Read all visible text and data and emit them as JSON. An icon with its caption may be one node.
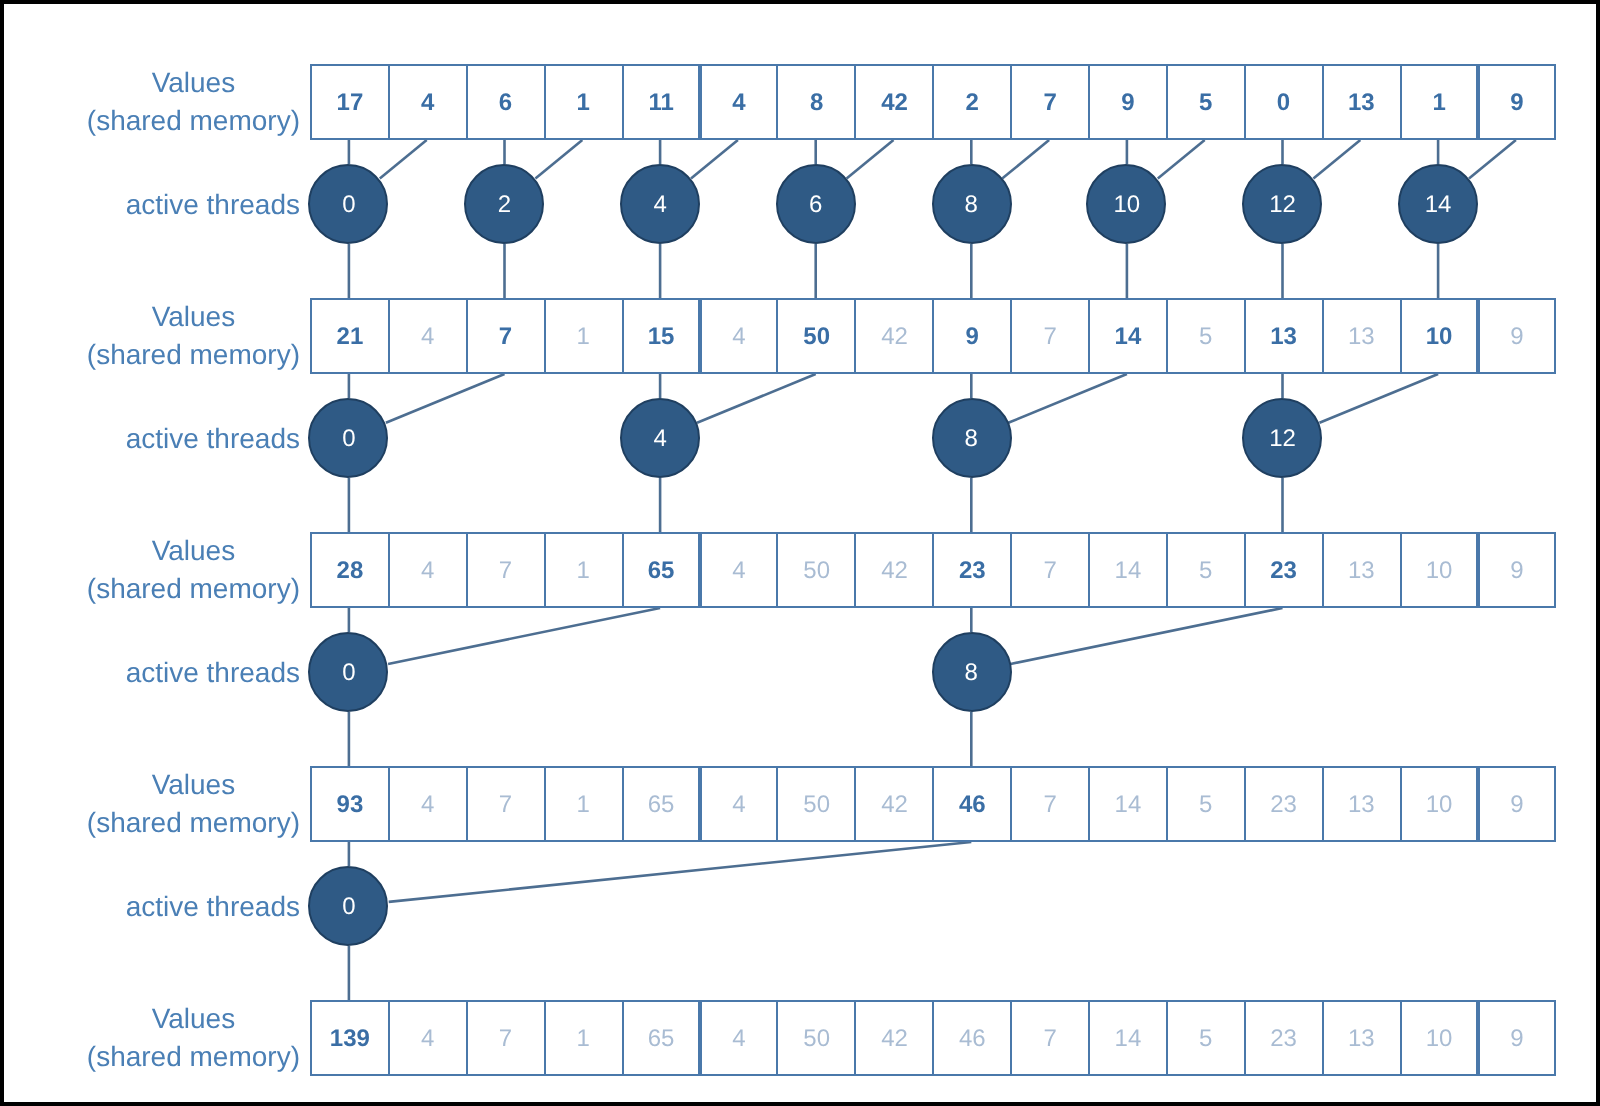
{
  "diagram": {
    "nodes": [
      {
        "text": [
          "17"
        ]
      },
      {
        "text": [
          "4"
        ]
      },
      {
        "text": [
          "6"
        ]
      },
      {
        "text": [
          "1"
        ]
      },
      {
        "text": [
          "11"
        ]
      },
      {
        "text": [
          "4"
        ]
      },
      {
        "text": [
          "8"
        ]
      },
      {
        "text": [
          "42"
        ]
      },
      {
        "text": [
          "2"
        ]
      },
      {
        "text": [
          "7"
        ]
      },
      {
        "text": [
          "9"
        ]
      },
      {
        "text": [
          "5"
        ]
      },
      {
        "text": [
          "0"
        ]
      },
      {
        "text": [
          "13"
        ]
      },
      {
        "text": [
          "1"
        ]
      },
      {
        "text": [
          "9"
        ]
      },
      {
        "text": [
          "0"
        ]
      },
      {
        "text": [
          "2"
        ]
      },
      {
        "text": [
          "4"
        ]
      },
      {
        "text": [
          "6"
        ]
      },
      {
        "text": [
          "8"
        ]
      },
      {
        "text": [
          "10"
        ]
      },
      {
        "text": [
          "12"
        ]
      },
      {
        "text": [
          "14"
        ]
      },
      {
        "text": [
          "21"
        ]
      },
      {
        "text": [
          "4"
        ]
      },
      {
        "text": [
          "7"
        ]
      },
      {
        "text": [
          "1"
        ]
      },
      {
        "text": [
          "15"
        ]
      },
      {
        "text": [
          "4"
        ]
      },
      {
        "text": [
          "50"
        ]
      },
      {
        "text": [
          "42"
        ]
      },
      {
        "text": [
          "9"
        ]
      },
      {
        "text": [
          "7"
        ]
      },
      {
        "text": [
          "14"
        ]
      },
      {
        "text": [
          "5"
        ]
      },
      {
        "text": [
          "13"
        ]
      },
      {
        "text": [
          "13"
        ]
      },
      {
        "text": [
          "10"
        ]
      },
      {
        "text": [
          "9"
        ]
      },
      {
        "text": [
          "0"
        ]
      },
      {
        "text": [
          "4"
        ]
      },
      {
        "text": [
          "8"
        ]
      },
      {
        "text": [
          "12"
        ]
      },
      {
        "text": [
          "28"
        ]
      },
      {
        "text": [
          "4"
        ]
      },
      {
        "text": [
          "7"
        ]
      },
      {
        "text": [
          "1"
        ]
      },
      {
        "text": [
          "65"
        ]
      },
      {
        "text": [
          "4"
        ]
      },
      {
        "text": [
          "50"
        ]
      },
      {
        "text": [
          "42"
        ]
      },
      {
        "text": [
          "23"
        ]
      },
      {
        "text": [
          "7"
        ]
      },
      {
        "text": [
          "14"
        ]
      },
      {
        "text": [
          "5"
        ]
      },
      {
        "text": [
          "23"
        ]
      },
      {
        "text": [
          "13"
        ]
      },
      {
        "text": [
          "10"
        ]
      },
      {
        "text": [
          "9"
        ]
      },
      {
        "text": [
          "0"
        ]
      },
      {
        "text": [
          "8"
        ]
      },
      {
        "text": [
          "93"
        ]
      },
      {
        "text": [
          "4"
        ]
      },
      {
        "text": [
          "7"
        ]
      },
      {
        "text": [
          "1"
        ]
      },
      {
        "text": [
          "65"
        ]
      },
      {
        "text": [
          "4"
        ]
      },
      {
        "text": [
          "50"
        ]
      },
      {
        "text": [
          "42"
        ]
      },
      {
        "text": [
          "46"
        ]
      },
      {
        "text": [
          "7"
        ]
      },
      {
        "text": [
          "14"
        ]
      },
      {
        "text": [
          "5"
        ]
      },
      {
        "text": [
          "23"
        ]
      },
      {
        "text": [
          "13"
        ]
      },
      {
        "text": [
          "10"
        ]
      },
      {
        "text": [
          "9"
        ]
      },
      {
        "text": [
          "0"
        ]
      },
      {
        "text": [
          "139"
        ]
      },
      {
        "text": [
          "4"
        ]
      },
      {
        "text": [
          "7"
        ]
      },
      {
        "text": [
          "1"
        ]
      },
      {
        "text": [
          "65"
        ]
      },
      {
        "text": [
          "4"
        ]
      },
      {
        "text": [
          "50"
        ]
      },
      {
        "text": [
          "42"
        ]
      },
      {
        "text": [
          "46"
        ]
      },
      {
        "text": [
          "7"
        ]
      },
      {
        "text": [
          "14"
        ]
      },
      {
        "text": [
          "5"
        ]
      },
      {
        "text": [
          "23"
        ]
      },
      {
        "text": [
          "13"
        ]
      },
      {
        "text": [
          "10"
        ]
      },
      {
        "text": [
          "9"
        ]
      }
    ],
    "edges": [
      {
        "from": 0,
        "to": 16,
        "arrow": "none"
      },
      {
        "from": 1,
        "to": 16,
        "arrow": "none"
      },
      {
        "from": 16,
        "to": 24,
        "arrow": "none"
      },
      {
        "from": 2,
        "to": 17,
        "arrow": "none"
      },
      {
        "from": 3,
        "to": 17,
        "arrow": "none"
      },
      {
        "from": 17,
        "to": 26,
        "arrow": "none"
      },
      {
        "from": 4,
        "to": 18,
        "arrow": "none"
      },
      {
        "from": 5,
        "to": 18,
        "arrow": "none"
      },
      {
        "from": 18,
        "to": 28,
        "arrow": "none"
      },
      {
        "from": 6,
        "to": 19,
        "arrow": "none"
      },
      {
        "from": 7,
        "to": 19,
        "arrow": "none"
      },
      {
        "from": 19,
        "to": 30,
        "arrow": "none"
      },
      {
        "from": 8,
        "to": 20,
        "arrow": "none"
      },
      {
        "from": 9,
        "to": 20,
        "arrow": "none"
      },
      {
        "from": 20,
        "to": 32,
        "arrow": "none"
      },
      {
        "from": 10,
        "to": 21,
        "arrow": "none"
      },
      {
        "from": 11,
        "to": 21,
        "arrow": "none"
      },
      {
        "from": 21,
        "to": 34,
        "arrow": "none"
      },
      {
        "from": 12,
        "to": 22,
        "arrow": "none"
      },
      {
        "from": 13,
        "to": 22,
        "arrow": "none"
      },
      {
        "from": 22,
        "to": 36,
        "arrow": "none"
      },
      {
        "from": 14,
        "to": 23,
        "arrow": "none"
      },
      {
        "from": 15,
        "to": 23,
        "arrow": "none"
      },
      {
        "from": 23,
        "to": 38,
        "arrow": "none"
      },
      {
        "from": 24,
        "to": 40,
        "arrow": "none"
      },
      {
        "from": 26,
        "to": 40,
        "arrow": "none"
      },
      {
        "from": 40,
        "to": 44,
        "arrow": "none"
      },
      {
        "from": 28,
        "to": 41,
        "arrow": "none"
      },
      {
        "from": 30,
        "to": 41,
        "arrow": "none"
      },
      {
        "from": 41,
        "to": 48,
        "arrow": "none"
      },
      {
        "from": 32,
        "to": 42,
        "arrow": "none"
      },
      {
        "from": 34,
        "to": 42,
        "arrow": "none"
      },
      {
        "from": 42,
        "to": 52,
        "arrow": "none"
      },
      {
        "from": 36,
        "to": 43,
        "arrow": "none"
      },
      {
        "from": 38,
        "to": 43,
        "arrow": "none"
      },
      {
        "from": 43,
        "to": 56,
        "arrow": "none"
      },
      {
        "from": 44,
        "to": 60,
        "arrow": "none"
      },
      {
        "from": 48,
        "to": 60,
        "arrow": "none"
      },
      {
        "from": 60,
        "to": 62,
        "arrow": "none"
      },
      {
        "from": 52,
        "to": 61,
        "arrow": "none"
      },
      {
        "from": 56,
        "to": 61,
        "arrow": "none"
      },
      {
        "from": 61,
        "to": 70,
        "arrow": "none"
      },
      {
        "from": 62,
        "to": 78,
        "arrow": "none"
      },
      {
        "from": 70,
        "to": 78,
        "arrow": "none"
      },
      {
        "from": 78,
        "to": 79,
        "arrow": "none"
      }
    ],
    "labels": [
      "Values (shared memory)",
      "active threads",
      "Values (shared memory)",
      "active threads",
      "Values (shared memory)",
      "active threads",
      "Values (shared memory)",
      "active threads",
      "Values (shared memory)"
    ]
  }
}
